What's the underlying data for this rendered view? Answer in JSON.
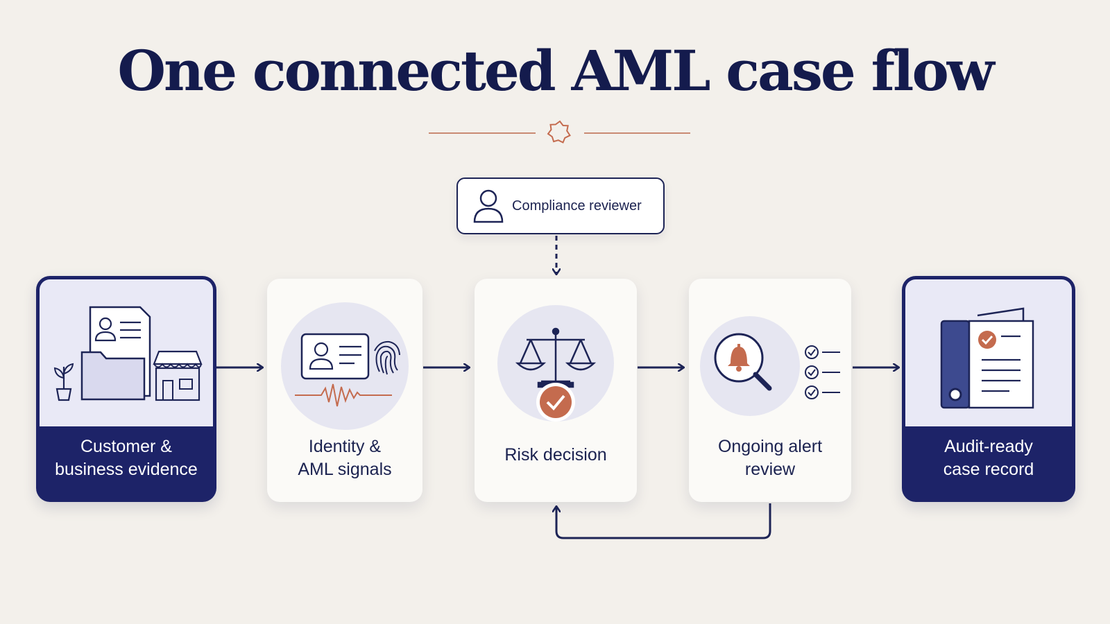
{
  "title": "One connected AML case flow",
  "reviewer": {
    "label": "Compliance reviewer"
  },
  "steps": [
    {
      "line1": "Customer &",
      "line2": "business evidence"
    },
    {
      "line1": "Identity &",
      "line2": "AML signals"
    },
    {
      "line1": "Risk decision"
    },
    {
      "line1": "Ongoing alert",
      "line2": "review"
    },
    {
      "line1": "Audit-ready",
      "line2": "case record"
    }
  ],
  "colors": {
    "navy": "#1d2368",
    "accent": "#c46b4e",
    "background": "#f3f0eb",
    "icon_disc": "#e6e6f1"
  }
}
